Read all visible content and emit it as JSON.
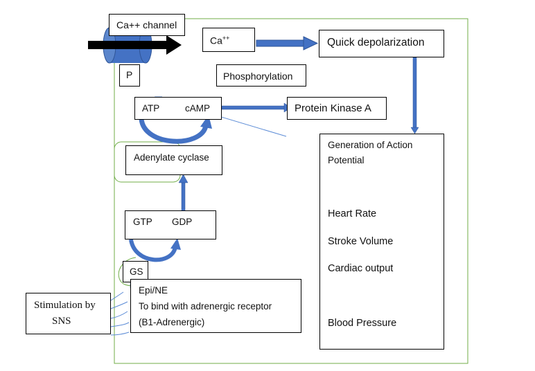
{
  "diagram": {
    "ca_channel": "Ca++ channel",
    "p_label": "P",
    "ca_label": "Ca",
    "ca_superscript": "++",
    "phosphorylation": "Phosphorylation",
    "quick_depolarization": "Quick depolarization",
    "atp": "ATP",
    "camp": "cAMP",
    "protein_kinase_a": "Protein Kinase A",
    "generation_title_line1": "Generation of Action",
    "generation_title_line2": "Potential",
    "heart_rate": "Heart Rate",
    "stroke_volume": "Stroke Volume",
    "cardiac_output": "Cardiac output",
    "blood_pressure": "Blood Pressure",
    "adenylate_cyclase": "Adenylate cyclase",
    "gtp": "GTP",
    "gdp": "GDP",
    "gs": "GS",
    "epi_line1": "Epi/NE",
    "epi_line2": "To bind with adrenergic receptor",
    "epi_line3": "(B1-Adrenergic)",
    "sns_line1": "Stimulation by",
    "sns_line2": "SNS"
  },
  "colors": {
    "arrow_blue": "#4472c4",
    "arrow_dark": "#2f5597",
    "frame_green": "#70ad47",
    "thin_line_blue": "#5b8bd6",
    "black_arrow": "#000000"
  },
  "icons": [
    "ca-channel-cylinder-icon",
    "up-arrow-icon",
    "down-arrow-icon",
    "right-arrow-icon",
    "curved-arrow-icon"
  ]
}
